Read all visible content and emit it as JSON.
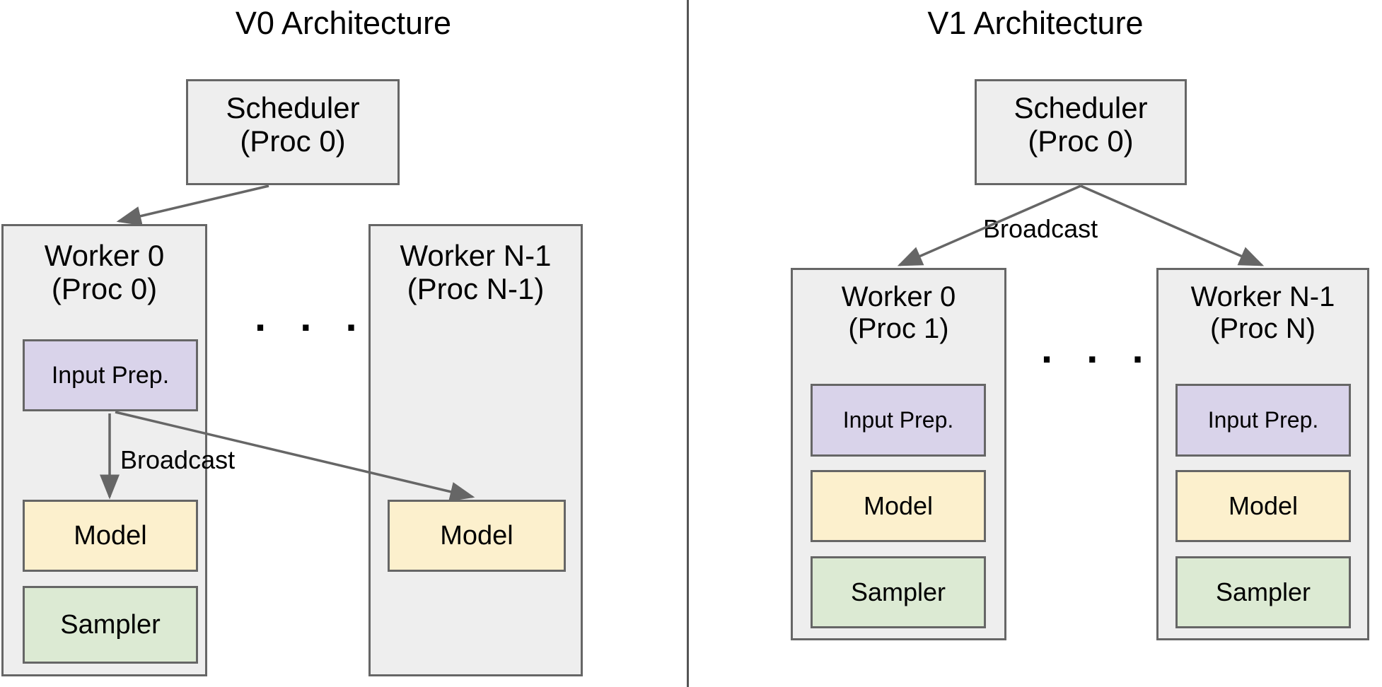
{
  "panels": [
    {
      "id": "v0",
      "title": "V0 Architecture",
      "scheduler": {
        "label": "Scheduler\n(Proc 0)"
      },
      "workers": [
        {
          "label": "Worker 0\n(Proc 0)",
          "components": [
            "Input Prep.",
            "Model",
            "Sampler"
          ]
        },
        {
          "label": "Worker N-1\n(Proc N-1)",
          "components": [
            "Model"
          ]
        }
      ],
      "ellipsis": ". . .",
      "edge_labels": {
        "broadcast": "Broadcast"
      }
    },
    {
      "id": "v1",
      "title": "V1 Architecture",
      "scheduler": {
        "label": "Scheduler\n(Proc 0)"
      },
      "workers": [
        {
          "label": "Worker 0\n(Proc 1)",
          "components": [
            "Input Prep.",
            "Model",
            "Sampler"
          ]
        },
        {
          "label": "Worker N-1\n(Proc N)",
          "components": [
            "Input Prep.",
            "Model",
            "Sampler"
          ]
        }
      ],
      "ellipsis": ". . .",
      "edge_labels": {
        "broadcast": "Broadcast"
      }
    }
  ],
  "colors": {
    "box_fill": "#eeeeee",
    "box_stroke": "#666666",
    "input_prep_fill": "#d9d3ea",
    "model_fill": "#fcf0cd",
    "sampler_fill": "#dcead3",
    "arrow_stroke": "#666666",
    "divider": "#555555",
    "text": "#000000"
  }
}
